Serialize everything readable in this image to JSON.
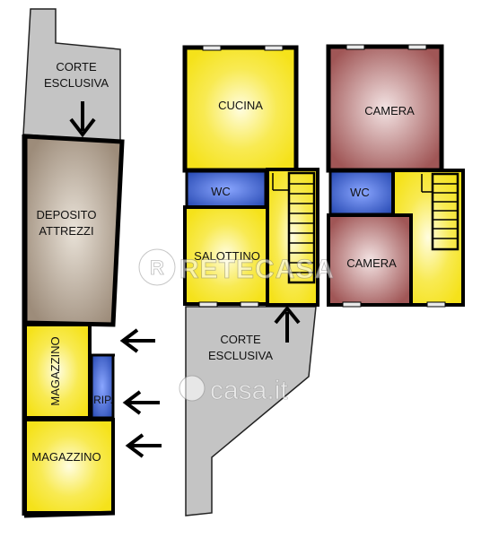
{
  "colors": {
    "yellow": "#f5e21a",
    "yellow_glow": "#fffde0",
    "brown": "#a09080",
    "brown_glow": "#e9e2d8",
    "maroon": "#a25c5c",
    "maroon_glow": "#f3e3e3",
    "blue": "#2c4fb8",
    "gray": "#c2c2c2",
    "wall": "#111111",
    "window": "#eaeaea"
  },
  "ground_floor": {
    "courtyard": {
      "line1": "CORTE",
      "line2": "ESCLUSIVA"
    },
    "deposito": {
      "line1": "DEPOSITO",
      "line2": "ATTREZZI"
    },
    "magazzino_upper": "MAGAZZINO",
    "ripostiglio": "RIP.",
    "magazzino_lower": "MAGAZZINO"
  },
  "first_floor": {
    "kitchen": "CUCINA",
    "wc": "WC",
    "living": "SALOTTINO",
    "courtyard": {
      "line1": "CORTE",
      "line2": "ESCLUSIVA"
    }
  },
  "second_floor": {
    "bedroom_top": "CAMERA",
    "wc": "WC",
    "bedroom_bottom": "CAMERA"
  },
  "watermarks": {
    "retecasa": "RETECASA",
    "retecasa_mark": "R",
    "casa_it": "casa.it"
  }
}
